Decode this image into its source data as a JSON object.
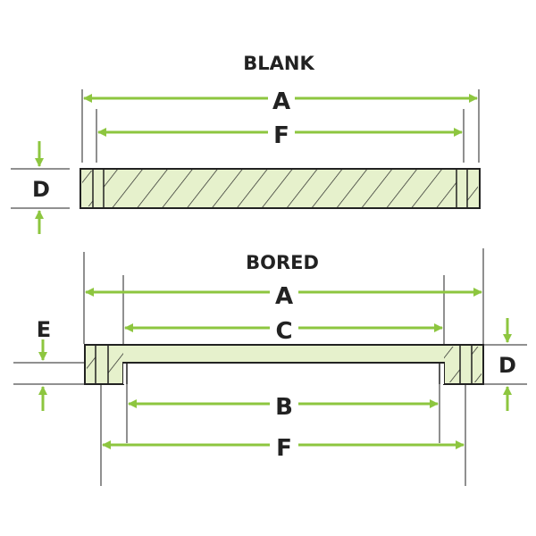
{
  "colors": {
    "dimension": "#8dc63f",
    "outline": "#222222",
    "fill": "#e6f1cc",
    "hatch": "#222222",
    "background": "#ffffff"
  },
  "blank": {
    "title": "BLANK",
    "dims": {
      "a": "A",
      "f": "F",
      "d": "D"
    }
  },
  "bored": {
    "title": "BORED",
    "dims": {
      "a": "A",
      "c": "C",
      "e": "E",
      "d": "D",
      "b": "B",
      "f": "F"
    }
  }
}
